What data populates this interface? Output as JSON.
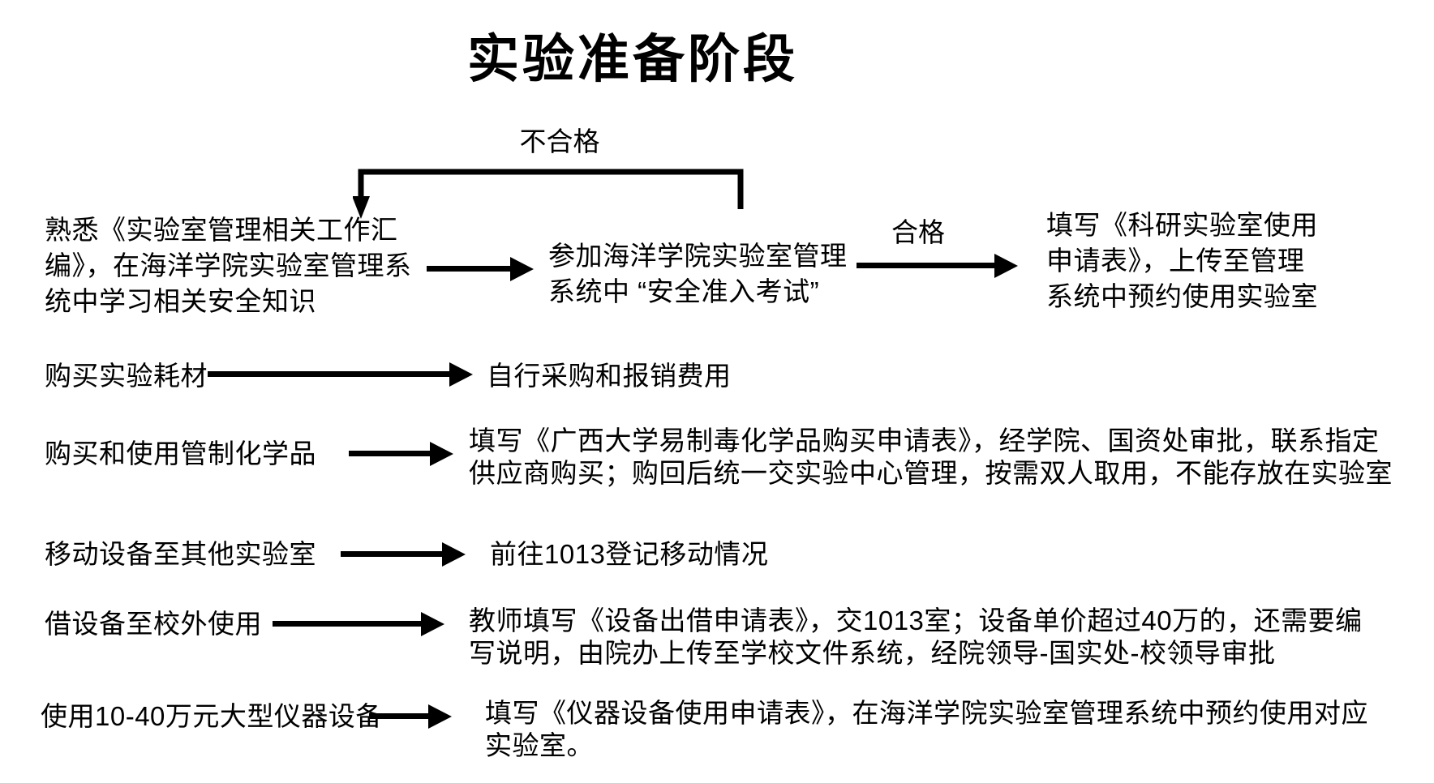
{
  "title": "实验准备阶段",
  "flow": {
    "fail_label": "不合格",
    "pass_label": "合格",
    "steps": {
      "study": "熟悉《实验室管理相关工作汇\n编》，在海洋学院实验室管理系\n统中学习相关安全知识",
      "exam": "参加海洋学院实验室管理\n系统中 “安全准入考试”",
      "apply": "填写《科研实验室使用\n申请表》，上传至管理\n系统中预约使用实验室"
    }
  },
  "rows": [
    {
      "label": "购买实验耗材",
      "result": "自行采购和报销费用"
    },
    {
      "label": "购买和使用管制化学品",
      "result": "填写《广西大学易制毒化学品购买申请表》，经学院、国资处审批，联系指定\n供应商购买；购回后统一交实验中心管理，按需双人取用，不能存放在实验室"
    },
    {
      "label": "移动设备至其他实验室",
      "result": "前往1013登记移动情况"
    },
    {
      "label": "借设备至校外使用",
      "result": "教师填写《设备出借申请表》，交1013室；设备单价超过40万的，还需要编\n写说明，由院办上传至学校文件系统，经院领导-国实处-校领导审批"
    },
    {
      "label": "使用10-40万元大型仪器设备",
      "result": "填写《仪器设备使用申请表》，在海洋学院实验室管理系统中预约使用对应\n实验室。"
    }
  ],
  "colors": {
    "ink": "#000000",
    "background": "#ffffff"
  }
}
